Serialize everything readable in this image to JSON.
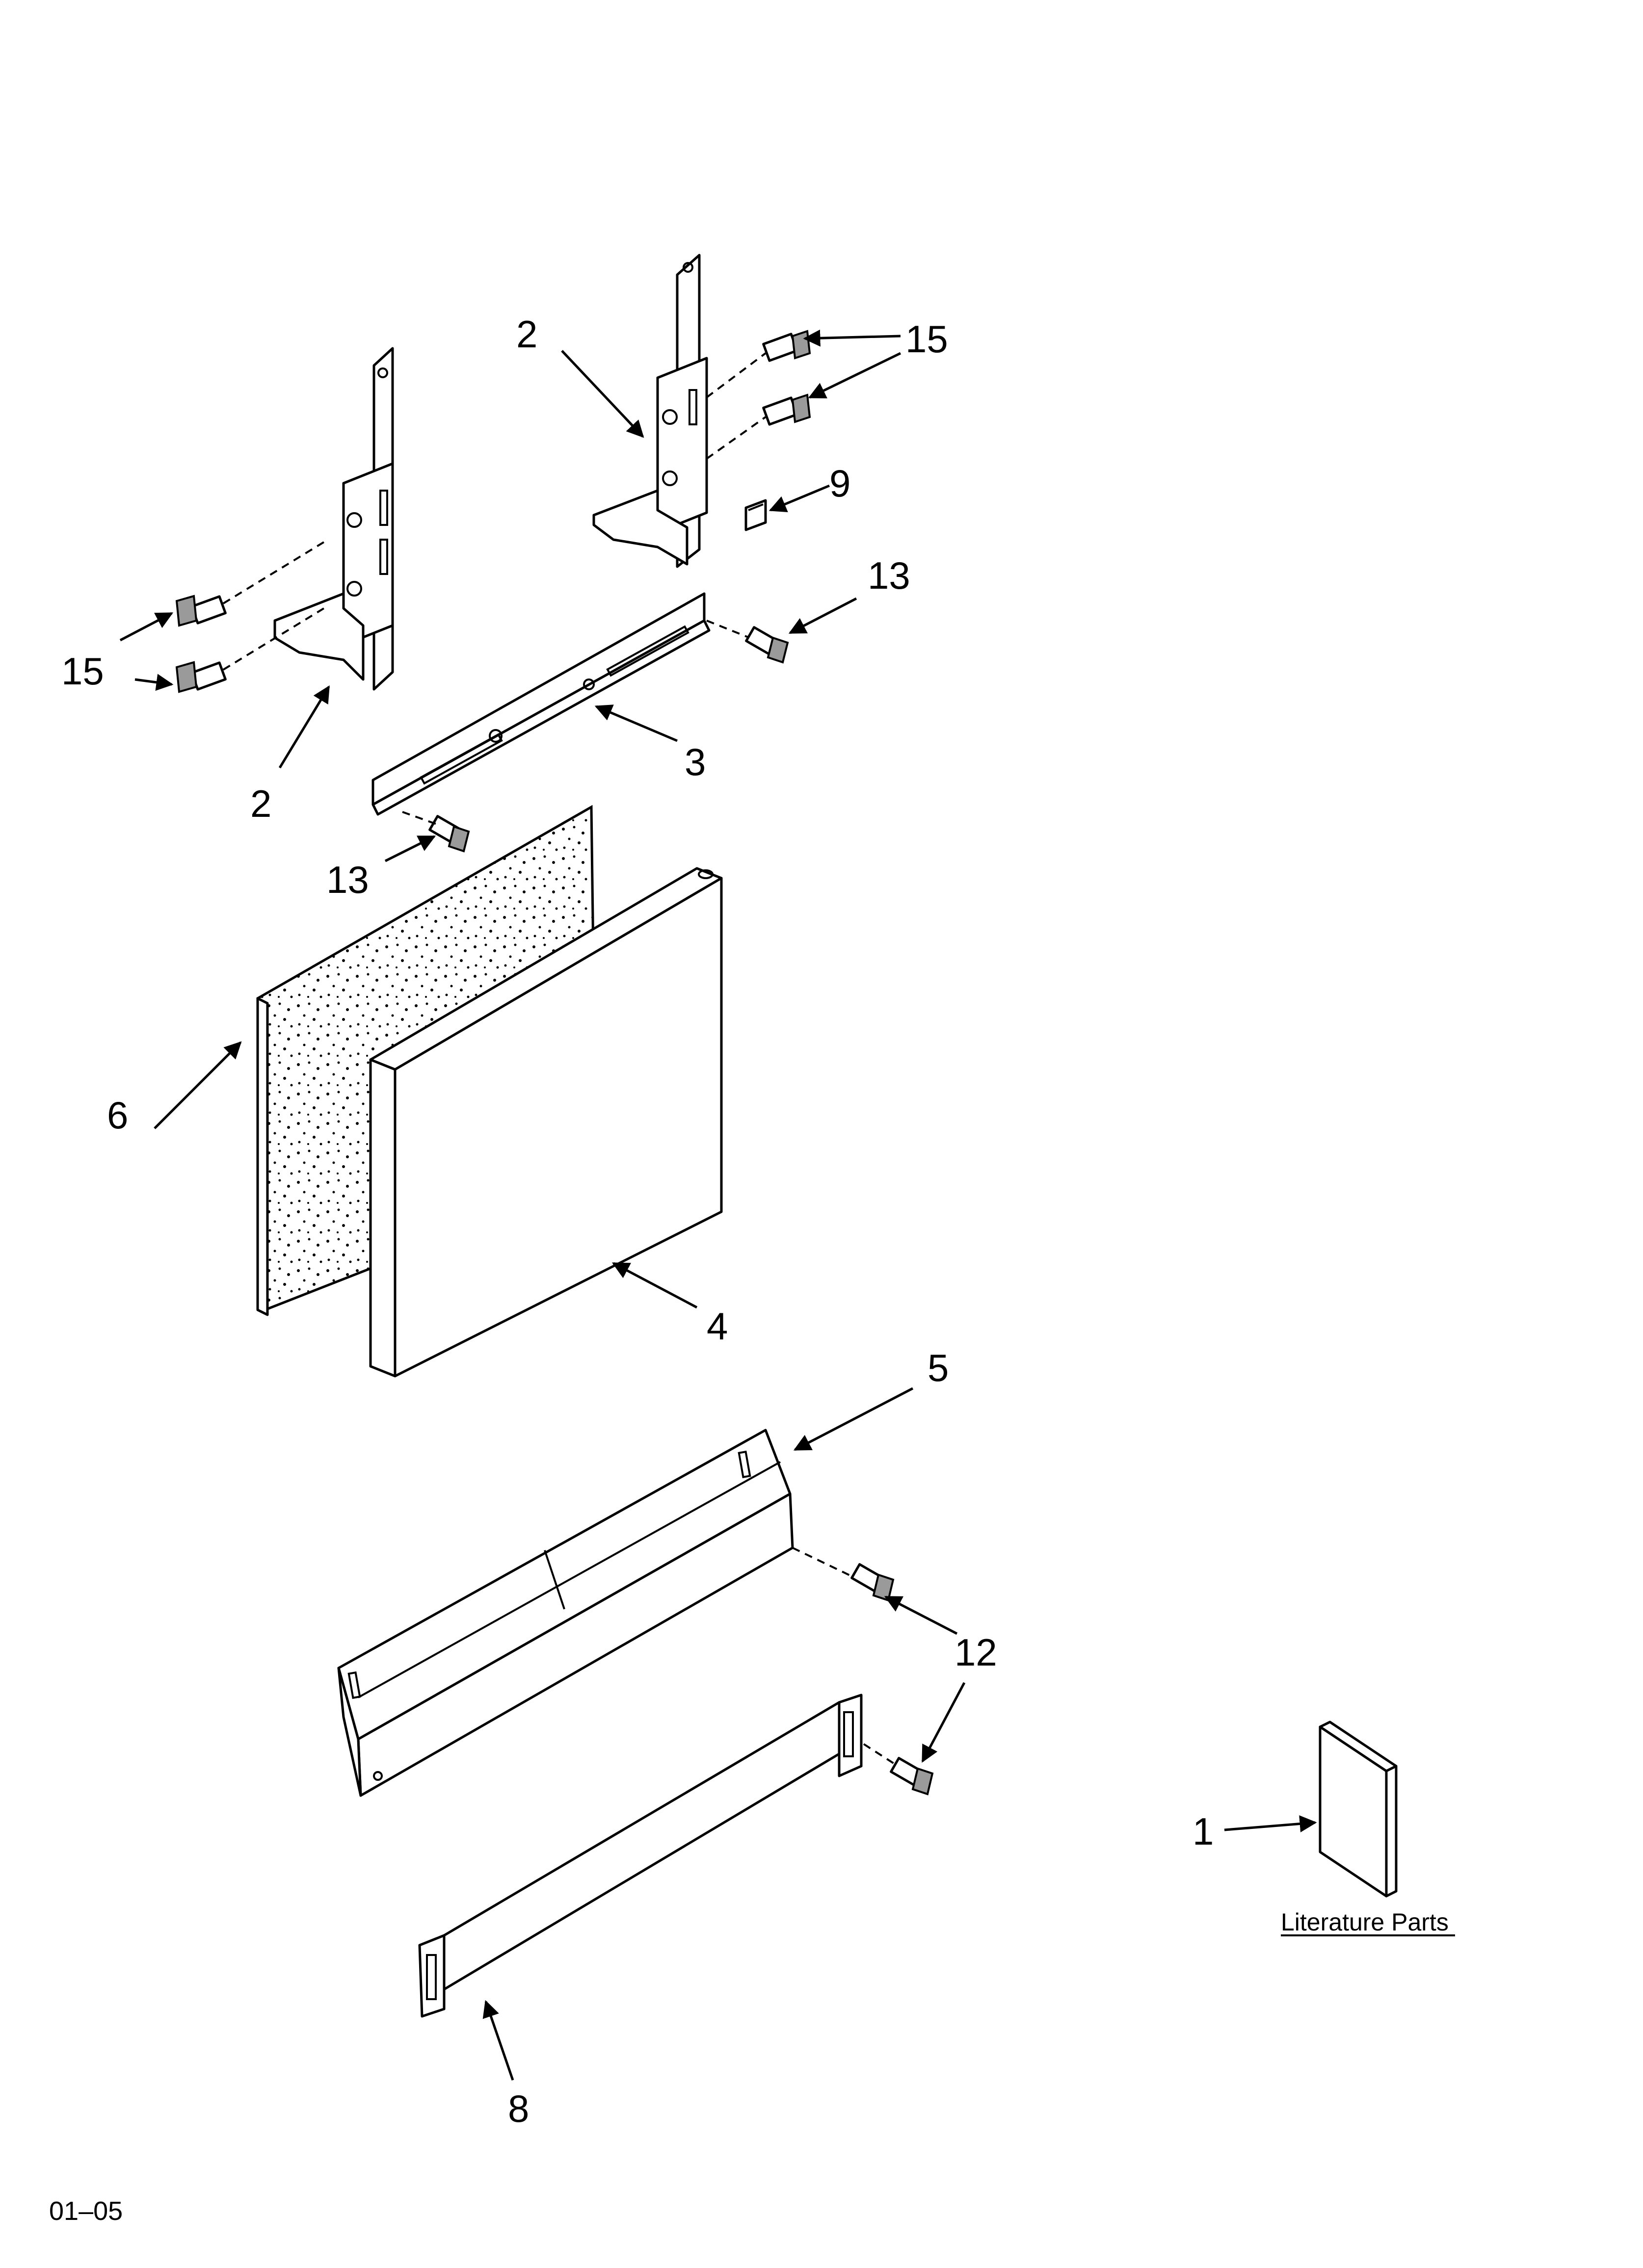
{
  "callouts": {
    "c1": "1",
    "c2a": "2",
    "c2b": "2",
    "c3": "3",
    "c4": "4",
    "c5": "5",
    "c6": "6",
    "c8": "8",
    "c9": "9",
    "c12": "12",
    "c13a": "13",
    "c13b": "13",
    "c15a": "15",
    "c15b": "15"
  },
  "literature_caption": "Literature Parts",
  "page_code": "01–05"
}
